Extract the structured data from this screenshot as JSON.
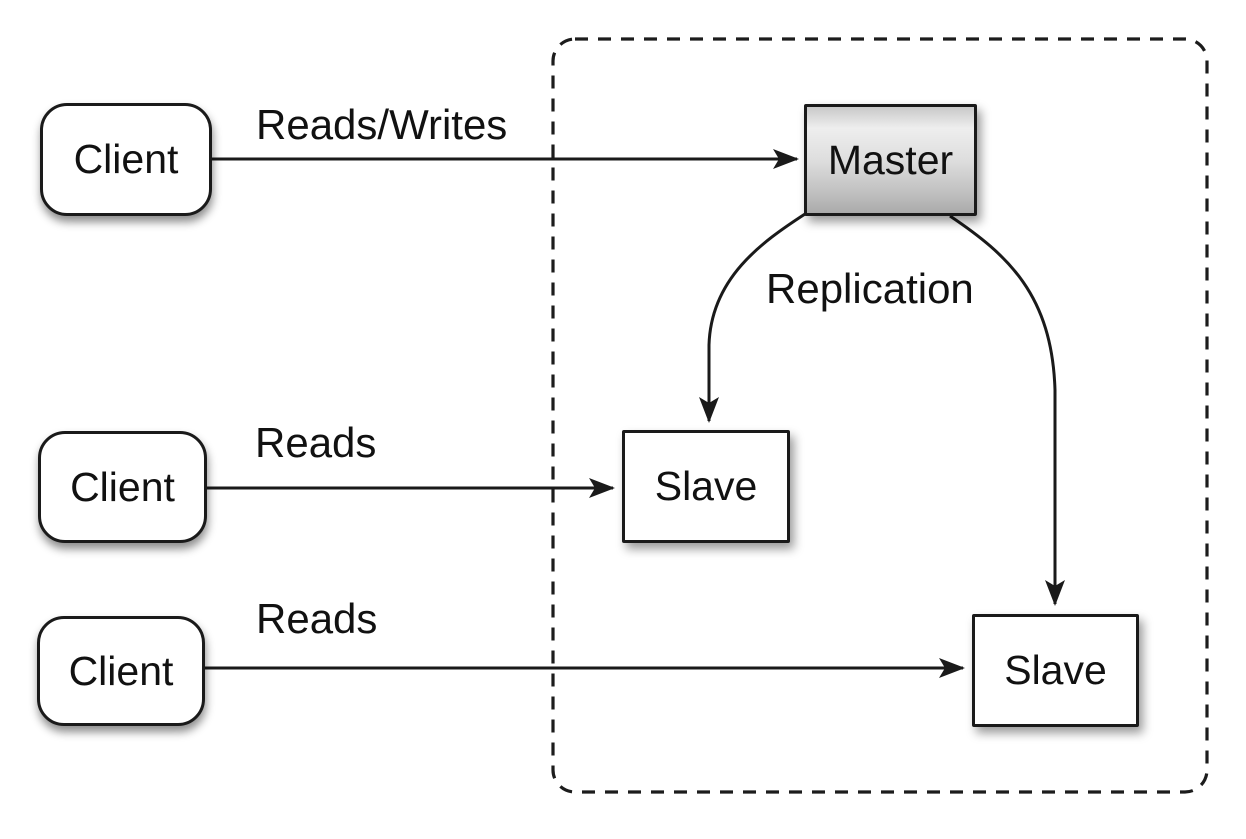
{
  "diagram_type": "master-slave-replication",
  "nodes": {
    "client1": {
      "label": "Client"
    },
    "client2": {
      "label": "Client"
    },
    "client3": {
      "label": "Client"
    },
    "master": {
      "label": "Master"
    },
    "slave_middle": {
      "label": "Slave"
    },
    "slave_bottom": {
      "label": "Slave"
    }
  },
  "edges": {
    "client1_to_master": {
      "label": "Reads/Writes"
    },
    "client2_to_slave_middle": {
      "label": "Reads"
    },
    "client3_to_slave_bottom": {
      "label": "Reads"
    },
    "master_to_slaves": {
      "label": "Replication"
    }
  },
  "colors": {
    "background": "#ffffff",
    "node_fill": "#ffffff",
    "node_border": "#1a1a1a",
    "master_gradient_top": "#eeeeee",
    "master_gradient_bottom": "#aaaaaa",
    "connector": "#1a1a1a",
    "text": "#111111"
  }
}
